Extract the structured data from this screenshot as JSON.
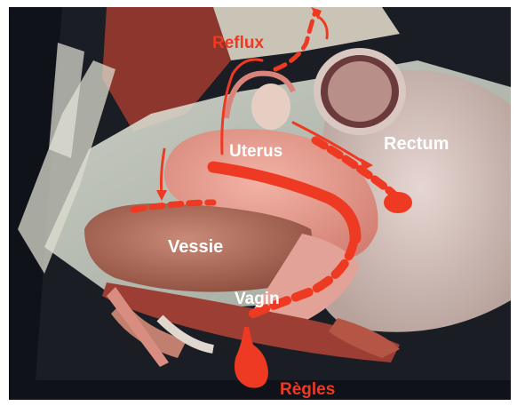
{
  "labels": {
    "reflux": "Reflux",
    "uterus": "Uterus",
    "rectum": "Rectum",
    "vessie": "Vessie",
    "vagin": "Vagin",
    "regles": "Règles"
  },
  "colors": {
    "arrow": "#ee3a22",
    "label_text": "#ffffff",
    "background": "#0f1219"
  }
}
